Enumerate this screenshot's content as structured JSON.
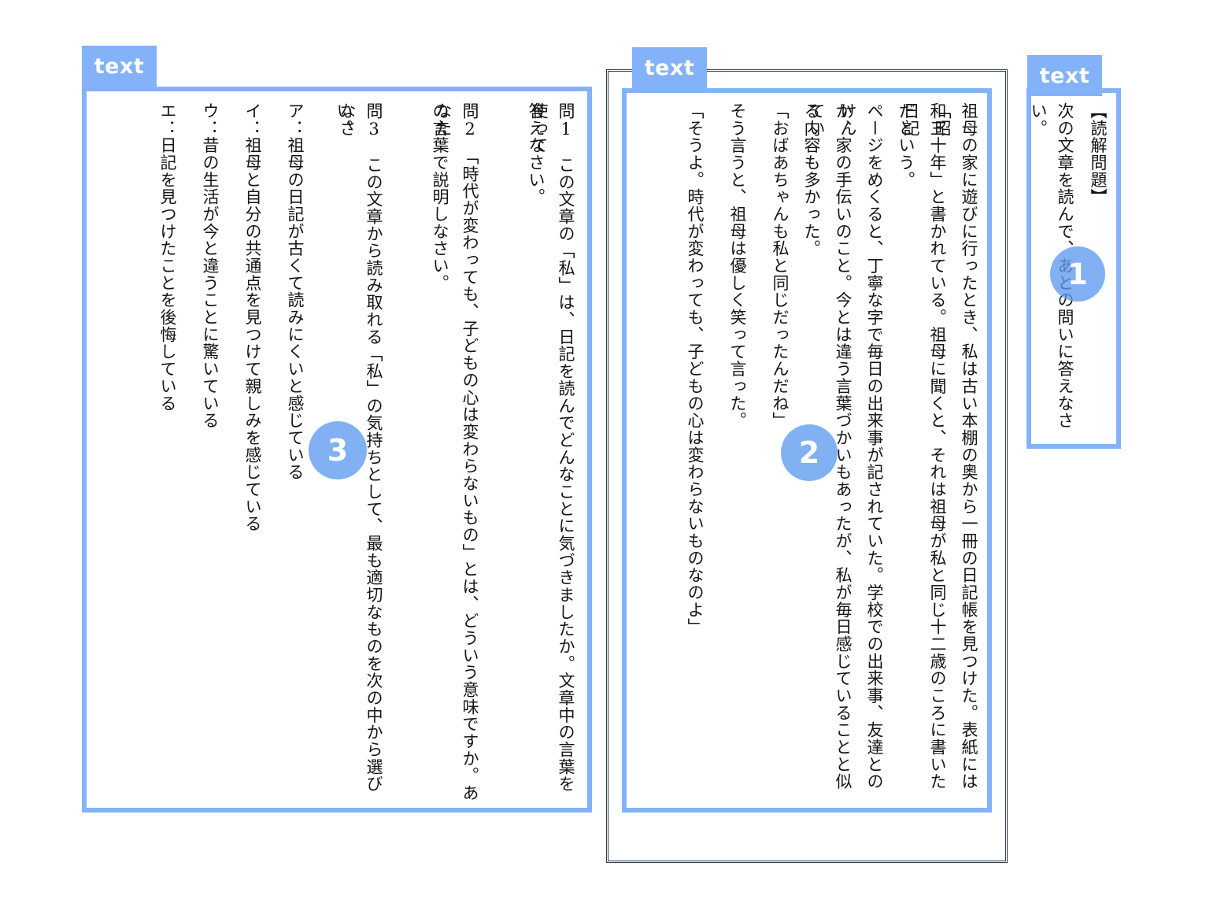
{
  "page": {
    "background_color": "#ffffff",
    "accent_color": "#83b2f8",
    "badge_color": "#5e9bf0",
    "outline_color": "#2d3e4e",
    "text_color": "#151515"
  },
  "labels": {
    "left_tab": "text",
    "middle_tab": "text",
    "right_tab": "text"
  },
  "badges": {
    "one": "1",
    "two": "2",
    "three": "3"
  },
  "panels": {
    "right_prompt": {
      "name": "instruction-panel",
      "columns": [
        "【読解問題】",
        "次の文章を読んで、あとの問いに答えなさい。"
      ]
    },
    "middle_passage": {
      "name": "passage-panel",
      "columns": [
        "祖母の家に遊びに行ったとき、私は古い本棚の奥から一冊の日記帳を見つけた。表紙には「昭",
        "和三十年」と書かれている。祖母に聞くと、それは祖母が私と同じ十二歳のころに書いた日記",
        "だという。",
        "ページをめくると、丁寧な字で毎日の出来事が記されていた。学校での出来事、友達とのけん",
        "か、家の手伝いのこと。今とは違う言葉づかいもあったが、私が毎日感じていることと似てい",
        "る内容も多かった。",
        "「おばあちゃんも私と同じだったんだね」",
        "そう言うと、祖母は優しく笑って言った。",
        "「そうよ。時代が変わっても、子どもの心は変わらないものなのよ」"
      ]
    },
    "left_questions": {
      "name": "questions-panel",
      "columns": [
        "問1　この文章の「私」は、日記を読んでどんなことに気づきましたか。文章中の言葉を使って",
        "答えなさい。",
        "問2　「時代が変わっても、子どもの心は変わらないもの」とは、どういう意味ですか。あなた",
        "の言葉で説明しなさい。",
        "問3　この文章から読み取れる「私」の気持ちとして、最も適切なものを次の中から選びなさ",
        "い。",
        "ア：祖母の日記が古くて読みにくいと感じている",
        "イ：祖母と自分の共通点を見つけて親しみを感じている",
        "ウ：昔の生活が今と違うことに驚いている",
        "エ：日記を見つけたことを後悔している"
      ]
    }
  }
}
